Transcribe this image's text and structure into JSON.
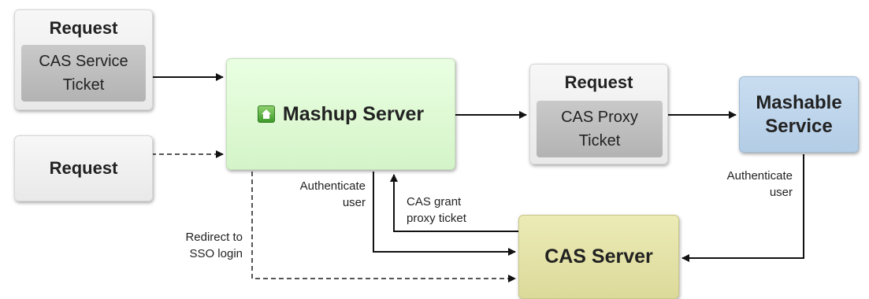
{
  "nodes": {
    "request_ticket": {
      "heading": "Request",
      "inner_line1": "CAS Service",
      "inner_line2": "Ticket"
    },
    "request_plain": {
      "label": "Request"
    },
    "mashup_server": {
      "label": "Mashup Server",
      "icon": "home-icon"
    },
    "request_proxy": {
      "heading": "Request",
      "inner_line1": "CAS Proxy",
      "inner_line2": "Ticket"
    },
    "mashable_service": {
      "line1": "Mashable",
      "line2": "Service"
    },
    "cas_server": {
      "label": "CAS Server"
    }
  },
  "edges": {
    "authenticate_user_left": {
      "line1": "Authenticate",
      "line2": "user"
    },
    "cas_grant": {
      "line1": "CAS grant",
      "line2": "proxy ticket"
    },
    "redirect_sso": {
      "line1": "Redirect to",
      "line2": "SSO login"
    },
    "authenticate_user_right": {
      "line1": "Authenticate",
      "line2": "user"
    }
  },
  "colors": {
    "mashup_green": "#d4f4c8",
    "mashable_blue": "#b3cde6",
    "cas_olive": "#dcda9a",
    "request_grey": "#e9e9e9"
  }
}
